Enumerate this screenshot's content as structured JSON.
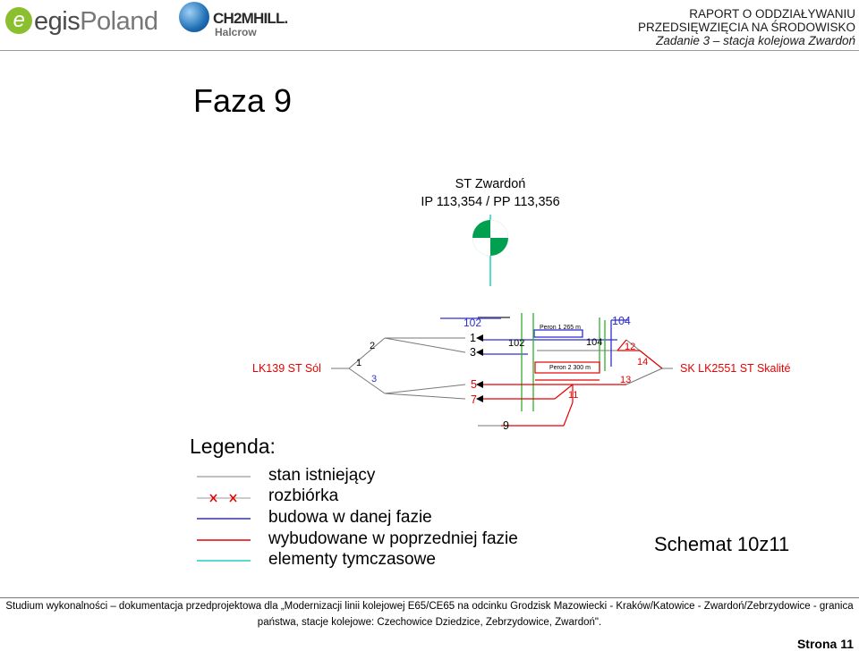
{
  "header": {
    "logo_egis_prefix": "egis",
    "logo_egis_suffix": "Poland",
    "logo_ch2m_name": "CH2MHILL.",
    "logo_ch2m_sub": "Halcrow",
    "report_line1": "RAPORT O ODDZIAŁYWANIU",
    "report_line2": "PRZEDSIĘWZIĘCIA NA ŚRODOWISKO",
    "report_line3": "Zadanie 3 – stacja kolejowa Zwardoń"
  },
  "page_title": "Faza 9",
  "diagram": {
    "station_name": "ST Zwardoń",
    "station_km": "IP 113,354 / PP 113,356",
    "left_station": "LK139 ST Sól",
    "right_station": "SK LK2551 ST Skalité",
    "track_labels": [
      "102",
      "1",
      "3",
      "5",
      "7",
      "9",
      "104"
    ],
    "switch_labels": [
      "1",
      "2",
      "3",
      "102",
      "104",
      "12",
      "14",
      "13",
      "11"
    ],
    "platform_1": "Peron 1 265 m",
    "platform_2": "Peron 2 300 m"
  },
  "legend": {
    "title": "Legenda:",
    "items": [
      {
        "label": "stan istniejący",
        "color": "#9a9a9a"
      },
      {
        "label": "rozbiórka",
        "color": "#e60000"
      },
      {
        "label": "budowa w danej fazie",
        "color": "#2f2fd0"
      },
      {
        "label": "wybudowane w poprzedniej fazie",
        "color": "#e60000"
      },
      {
        "label": "elementy tymczasowe",
        "color": "#20d0c0"
      }
    ]
  },
  "schema_label": "Schemat 10z11",
  "footer": {
    "line1": "Studium wykonalności – dokumentacja przedprojektowa dla „Modernizacji linii kolejowej E65/CE65 na odcinku Grodzisk Mazowiecki - Kraków/Katowice - Zwardoń/Zebrzydowice - granica",
    "line2": "państwa, stacje kolejowe: Czechowice Dziedzice, Zebrzydowice, Zwardoń\".",
    "page_number": "Strona 11"
  }
}
